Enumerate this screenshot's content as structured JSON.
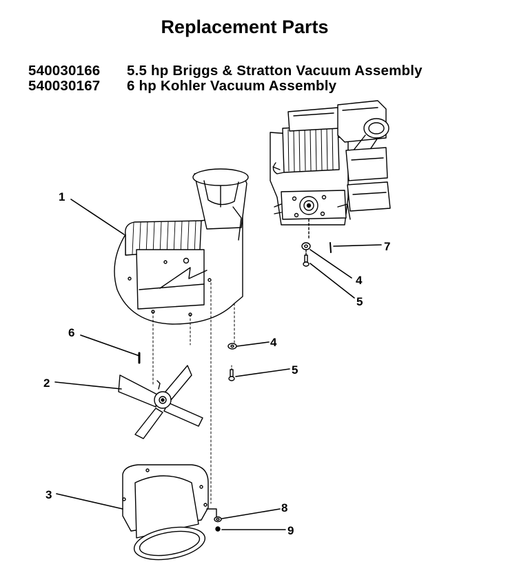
{
  "header": {
    "title": "Replacement Parts"
  },
  "models": [
    {
      "part_number": "540030166",
      "description": "5.5 hp Briggs & Stratton Vacuum Assembly"
    },
    {
      "part_number": "540030167",
      "description": "6 hp Kohler Vacuum Assembly"
    }
  ],
  "callouts": [
    {
      "label": "1"
    },
    {
      "label": "2"
    },
    {
      "label": "3"
    },
    {
      "label": "4"
    },
    {
      "label": "4"
    },
    {
      "label": "5"
    },
    {
      "label": "5"
    },
    {
      "label": "6"
    },
    {
      "label": "7"
    },
    {
      "label": "8"
    },
    {
      "label": "9"
    }
  ]
}
